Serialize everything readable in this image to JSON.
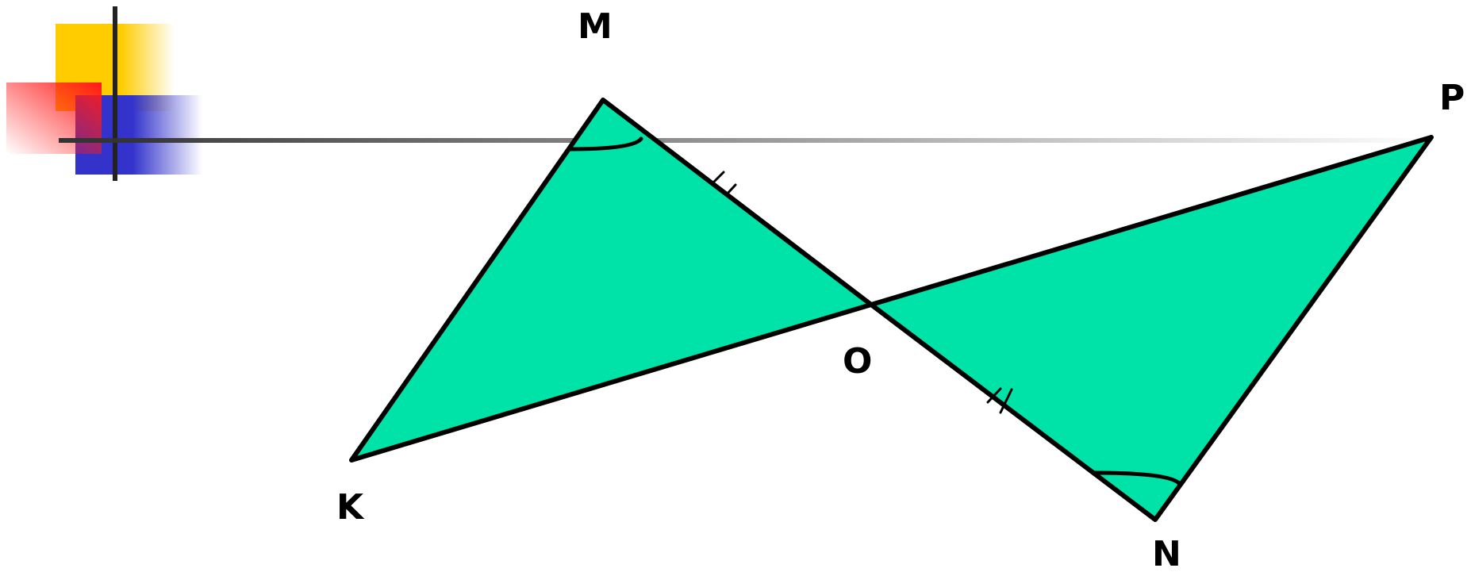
{
  "diagram": {
    "fill_color": "#00E3A8",
    "stroke_color": "#000000",
    "points": {
      "M": {
        "label": "M"
      },
      "P": {
        "label": "P"
      },
      "O": {
        "label": "O"
      },
      "K": {
        "label": "K"
      },
      "N": {
        "label": "N"
      }
    },
    "triangles": [
      {
        "name": "MOK",
        "vertices": [
          "M",
          "O",
          "K"
        ]
      },
      {
        "name": "PON",
        "vertices": [
          "P",
          "O",
          "N"
        ]
      }
    ],
    "equal_segments": [
      "MO",
      "ON"
    ],
    "equal_angles": [
      "M",
      "N"
    ]
  },
  "decoration": {
    "colors": {
      "yellow": "#FFCC00",
      "red": "#FF1A1A",
      "blue": "#3333CC",
      "line": "#333333"
    }
  }
}
